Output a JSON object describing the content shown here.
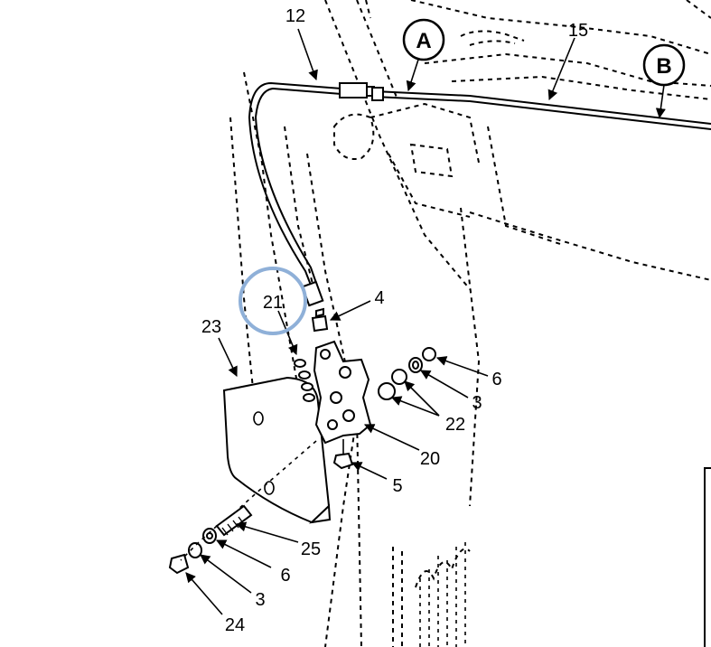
{
  "callouts": {
    "c12": "12",
    "c15": "15",
    "c21": "21",
    "c23": "23",
    "c4": "4",
    "c6a": "6",
    "c3a": "3",
    "c22": "22",
    "c20": "20",
    "c5": "5",
    "c25": "25",
    "c6b": "6",
    "c3b": "3",
    "c24": "24"
  },
  "views": {
    "a": "A",
    "b": "B"
  },
  "highlight": {
    "color": "#8fb0d8",
    "target": "21"
  }
}
